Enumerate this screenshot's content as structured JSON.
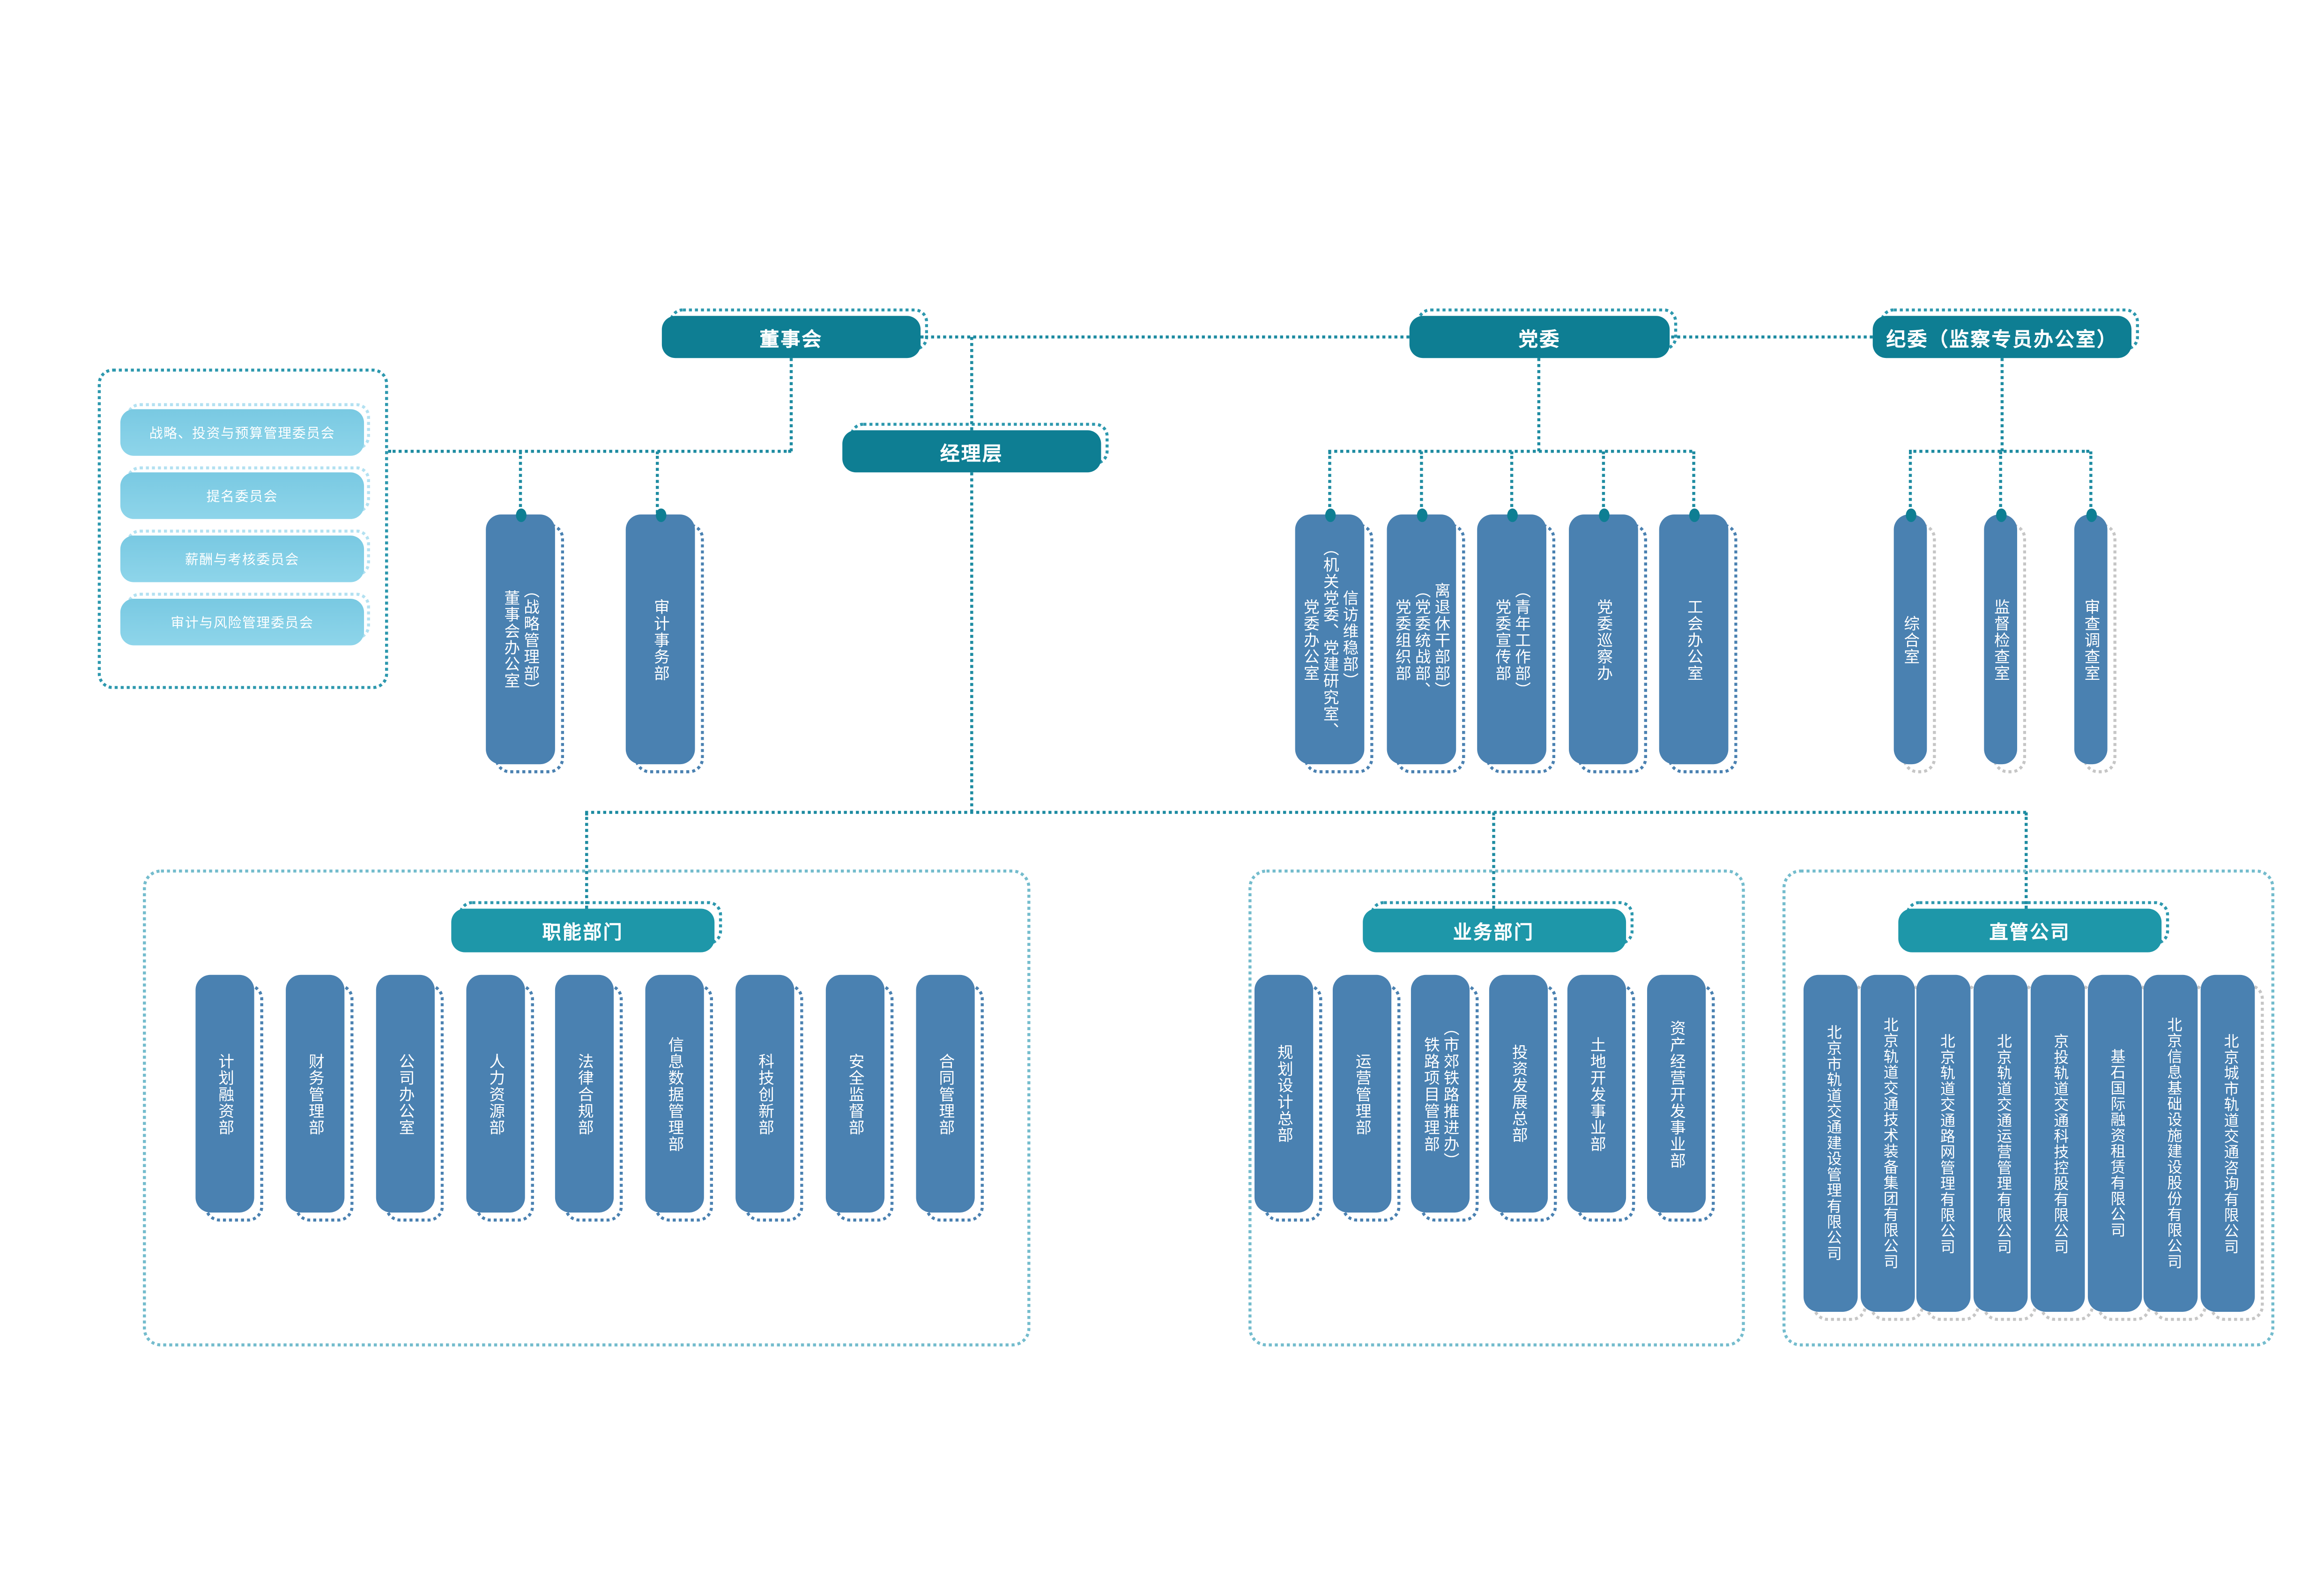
{
  "top": {
    "board": "董事会",
    "party": "党委",
    "discipline": "纪委（监察专员办公室）",
    "management": "经理层"
  },
  "committees": [
    "战略、投资与预算管理委员会",
    "提名委员会",
    "薪酬与考核委员会",
    "审计与风险管理委员会"
  ],
  "board_offices": [
    "董事会办公室\n（战略管理部）",
    "审计事务部"
  ],
  "party_offices": [
    "党委办公室\n（机关党委、党建研究室、\n信访维稳部）",
    "党委组织部\n（党委统战部、\n离退休干部部）",
    "党委宣传部\n（青年工作部）",
    "党委巡察办",
    "工会办公室"
  ],
  "discipline_offices": [
    "综合室",
    "监督检查室",
    "审查调查室"
  ],
  "sections": [
    {
      "title": "职能部门",
      "departments": [
        "计划融资部",
        "财务管理部",
        "公司办公室",
        "人力资源部",
        "法律合规部",
        "信息数据管理部",
        "科技创新部",
        "安全监督部",
        "合同管理部"
      ]
    },
    {
      "title": "业务部门",
      "departments": [
        "规划设计总部",
        "运营管理部",
        "铁路项目管理部\n（市郊铁路推进办）",
        "投资发展总部",
        "土地开发事业部",
        "资产经营开发事业部"
      ]
    },
    {
      "title": "直管公司",
      "departments": [
        "北京市轨道交通建设管理有限公司",
        "北京轨道交通技术装备集团有限公司",
        "北京轨道交通路网管理有限公司",
        "北京轨道交通运营管理有限公司",
        "京投轨道交通科技控股有限公司",
        "基石国际融资租赁有限公司",
        "北京信息基础设施建设股份有限公司",
        "北京城市轨道交通咨询有限公司"
      ]
    }
  ],
  "colors": {
    "top_box": "#0e7e93",
    "section_header": "#1e97a9",
    "department_box": "#4a81b1",
    "committee_box": "#7ccbe3",
    "connector": "#1d8ba1",
    "background": "#ffffff"
  }
}
